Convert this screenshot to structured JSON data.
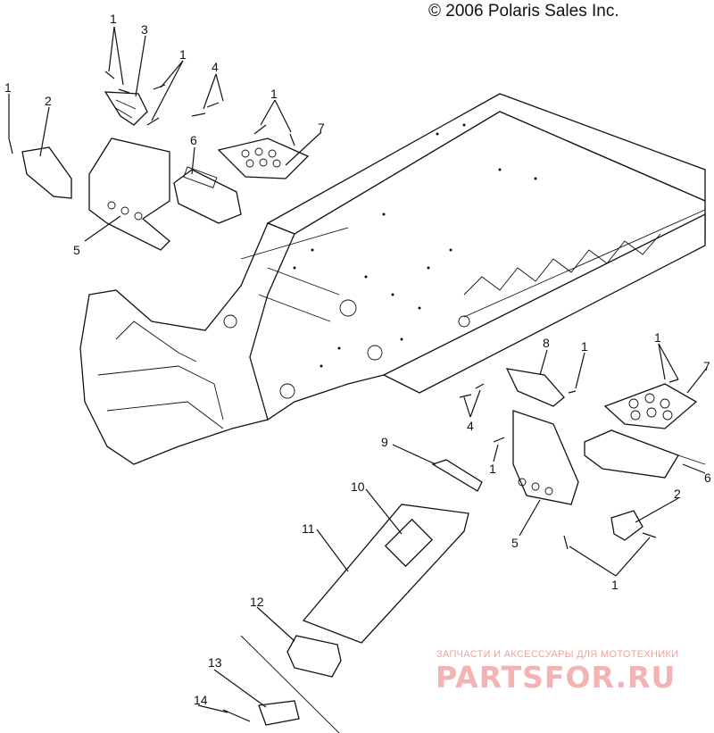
{
  "copyright": "© 2006 Polaris Sales Inc.",
  "watermark": {
    "tagline": "ЗАПЧАСТИ И АКСЕССУАРЫ ДЛЯ МОТОТЕХНИКИ",
    "logo": "PARTSFOR.RU",
    "color": "#f3b3b3"
  },
  "callouts": [
    "1",
    "1",
    "1",
    "1",
    "1",
    "1",
    "1",
    "1",
    "2",
    "2",
    "3",
    "4",
    "4",
    "5",
    "5",
    "6",
    "6",
    "7",
    "7",
    "8",
    "9",
    "10",
    "11",
    "12",
    "13",
    "14"
  ]
}
